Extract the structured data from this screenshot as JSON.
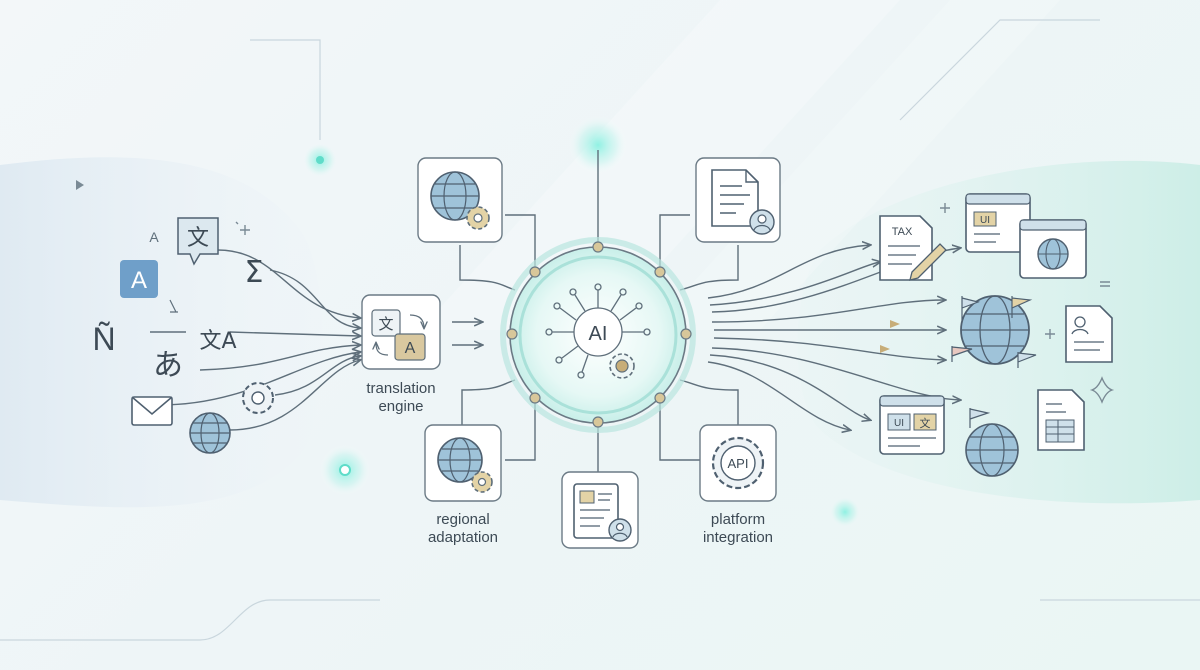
{
  "colors": {
    "line": "#5f6f7b",
    "box_stroke": "#6b7a85",
    "globe_fill": "#9fc3d9",
    "accent_teal": "#5fdcc9",
    "accent_gold": "#c7ad78",
    "letter_blue": "#6f9fc9"
  },
  "icons": {
    "ai_hub": "ai-chip-icon",
    "globe_gear": "globe-gear-icon",
    "document_user": "document-user-icon",
    "api_gear": "api-gear-icon",
    "tax_document": "tax-document-icon",
    "ui_window": "ui-window-icon"
  },
  "ai_hub": {
    "label": "AI"
  },
  "translation_engine": {
    "label": "translation\nengine",
    "glyph_source": "文",
    "glyph_target": "A"
  },
  "regional_adaptation": {
    "label": "regional\nadaptation"
  },
  "platform_integration": {
    "label": "platform\nintegration",
    "api_text": "API"
  },
  "input_glyphs": {
    "latin_a": "A",
    "latin_a_small": "A",
    "chinese": "文",
    "sigma": "Σ",
    "enye": "Ñ",
    "translate": "文A",
    "hiragana": "あ"
  },
  "outputs": {
    "tax_label": "TAX",
    "ui_label": "UI",
    "ui_label_2": "UI",
    "ui_glyph": "文"
  }
}
